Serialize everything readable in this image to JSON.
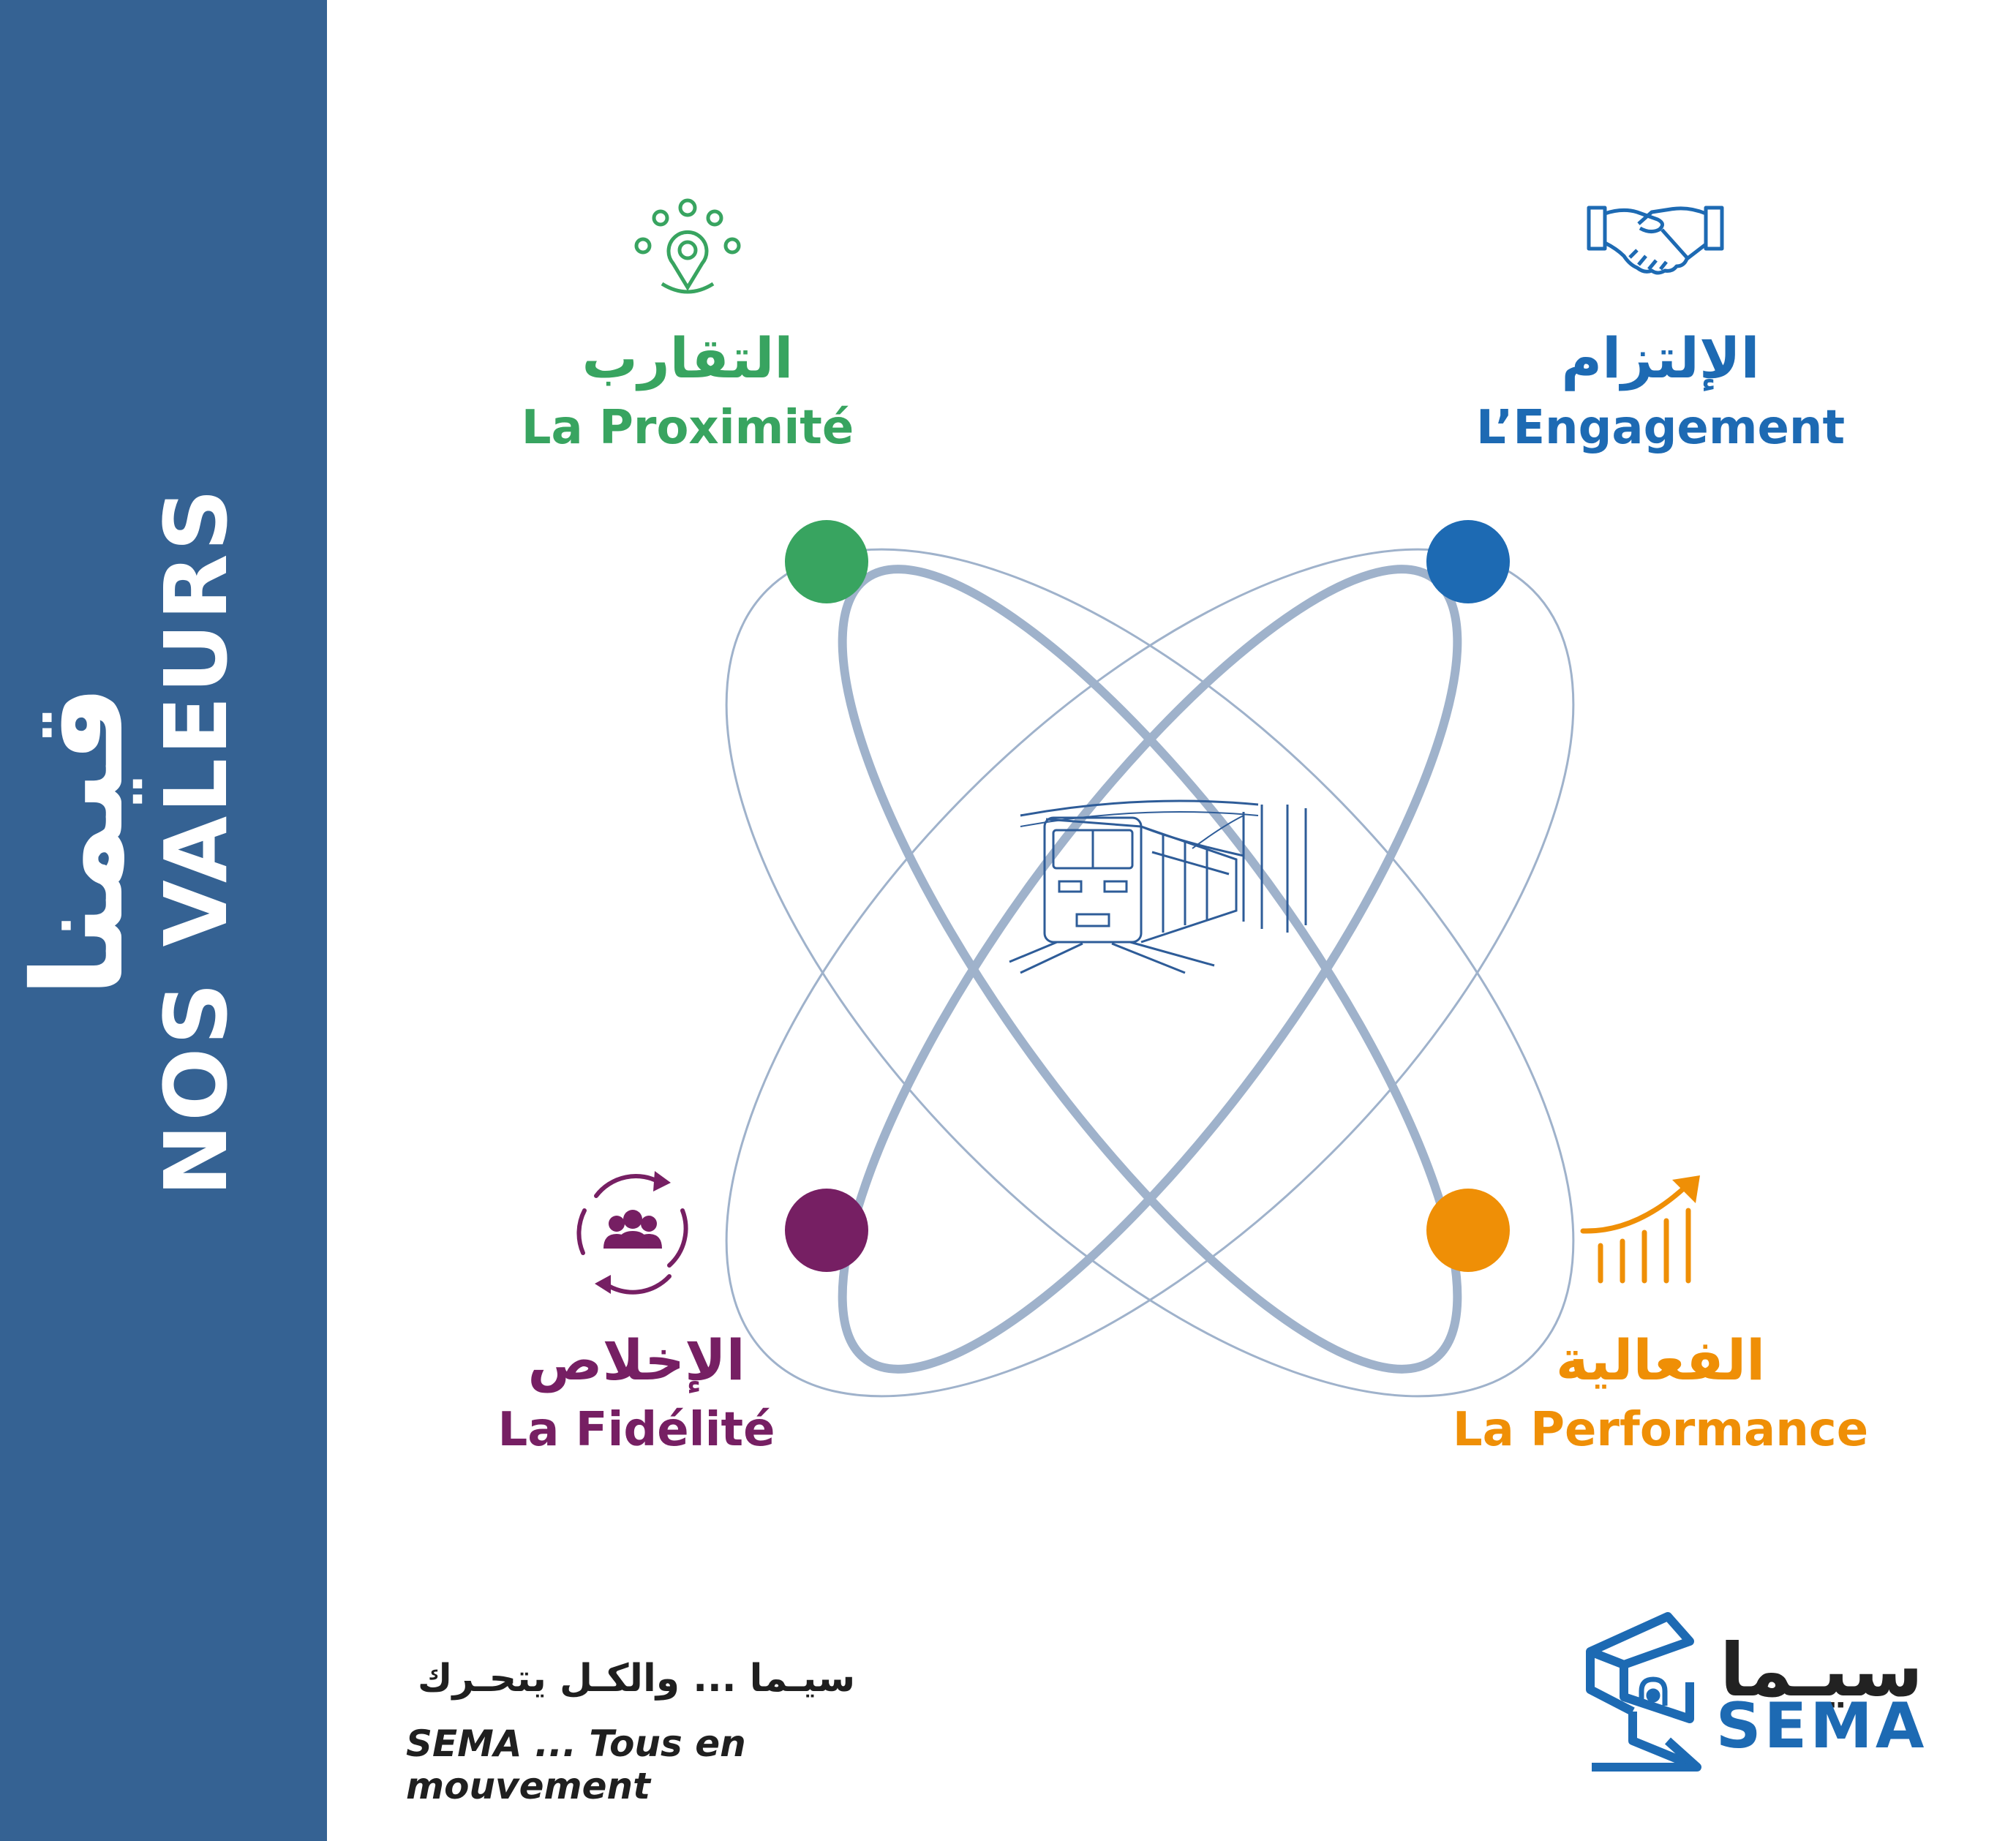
{
  "sidebar": {
    "title_ar": "قيمنا",
    "title_fr": "NOS VALEURS"
  },
  "values": {
    "proximite": {
      "ar": "التقارب",
      "fr": "La Proximité",
      "icon": "location-people-icon",
      "color": "#38a460"
    },
    "engagement": {
      "ar": "الإلتزام",
      "fr": "L’Engagement",
      "icon": "handshake-icon",
      "color": "#1d6ab3"
    },
    "fidelite": {
      "ar": "الإخلاص",
      "fr": "La Fidélité",
      "icon": "cycle-people-icon",
      "color": "#761f63"
    },
    "performance": {
      "ar": "الفعالية",
      "fr": "La Performance",
      "icon": "growth-chart-icon",
      "color": "#ef8f06"
    }
  },
  "center_icon": "metro-train-icon",
  "footer": {
    "tagline_ar": "سيـما ... والكـل يتحـرك",
    "tagline_fr": "SEMA ... Tous en mouvement"
  },
  "logo": {
    "name_ar": "سيـما",
    "name_fr": "SEMA",
    "icon": "sema-logo-icon"
  },
  "colors": {
    "band": "#356293",
    "orbit": "#9fb2cb",
    "green": "#38a460",
    "blue": "#1d6ab3",
    "purple": "#761f63",
    "orange": "#ef8f06"
  }
}
